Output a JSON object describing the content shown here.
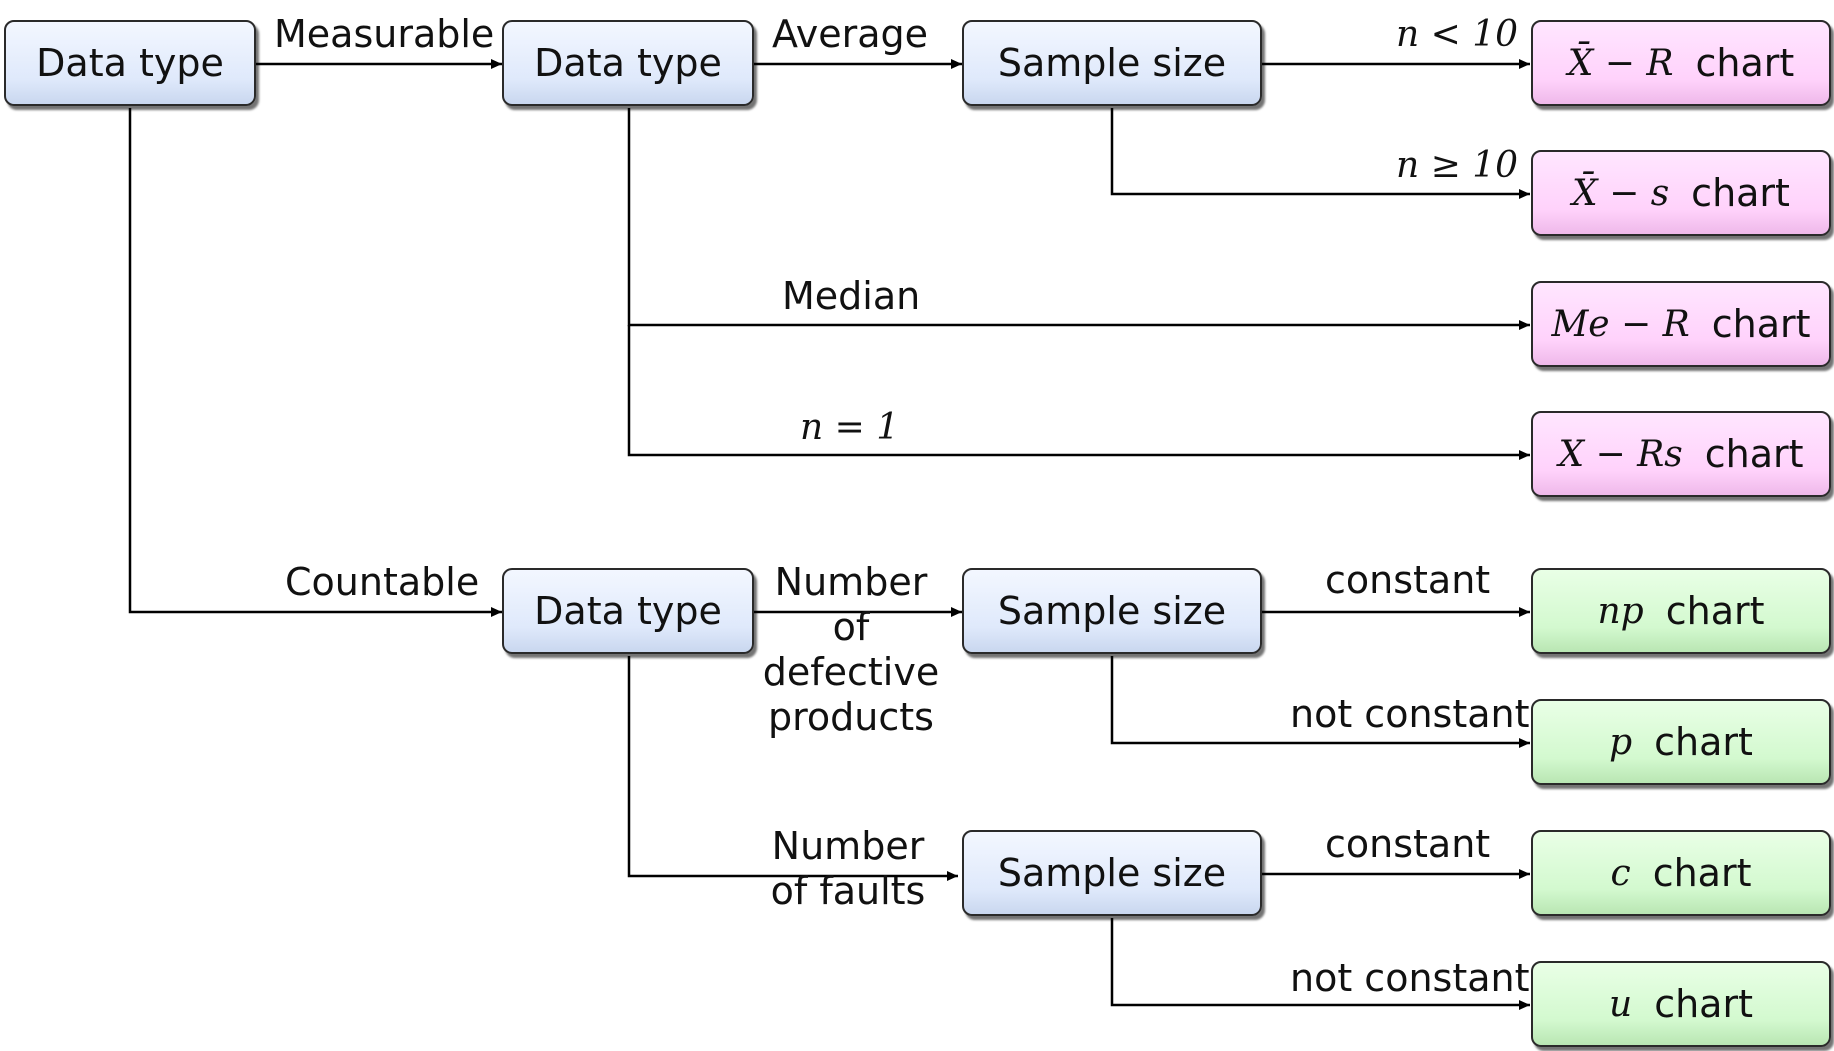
{
  "nodes": {
    "root": "Data type",
    "measurable_type": "Data type",
    "countable_type": "Data type",
    "avg_sample": "Sample size",
    "defective_sample": "Sample size",
    "faults_sample": "Sample size"
  },
  "results": {
    "xbar_r": {
      "symbol": "X̄ − R",
      "word": "chart"
    },
    "xbar_s": {
      "symbol": "X̄ − s",
      "word": "chart"
    },
    "me_r": {
      "symbol": "Me − R",
      "word": "chart"
    },
    "x_rs": {
      "symbol": "X − Rs",
      "word": "chart"
    },
    "np": {
      "symbol": "np",
      "word": "chart"
    },
    "p": {
      "symbol": "p",
      "word": "chart"
    },
    "c": {
      "symbol": "c",
      "word": "chart"
    },
    "u": {
      "symbol": "u",
      "word": "chart"
    }
  },
  "edges": {
    "measurable": "Measurable",
    "countable": "Countable",
    "average": "Average",
    "median": "Median",
    "n_eq_1": "n = 1",
    "n_lt_10": "n < 10",
    "n_ge_10": "n ≥ 10",
    "defective": [
      "Number",
      "of",
      "defective",
      "products"
    ],
    "faults": [
      "Number",
      "of faults"
    ],
    "constant_1": "constant",
    "not_constant_1": "not constant",
    "constant_2": "constant",
    "not_constant_2": "not constant"
  },
  "colors": {
    "decision_box": "#dfe9fb",
    "variable_chart_box": "#ffd2fb",
    "attribute_chart_box": "#d3f9cf",
    "line": "#000000"
  }
}
